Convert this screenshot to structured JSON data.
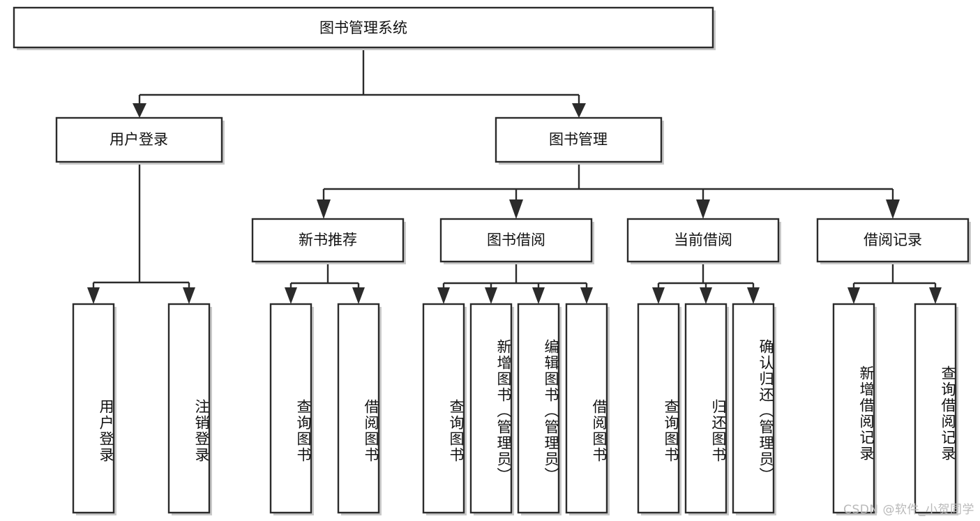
{
  "diagram": {
    "title": "图书管理系统",
    "type": "tree",
    "root": {
      "id": "root",
      "label": "图书管理系统",
      "orientation": "horizontal"
    },
    "level2": [
      {
        "id": "user-login",
        "label": "用户登录",
        "orientation": "horizontal"
      },
      {
        "id": "book-management",
        "label": "图书管理",
        "orientation": "horizontal"
      }
    ],
    "level3": [
      {
        "id": "new-book-recommend",
        "label": "新书推荐",
        "orientation": "horizontal",
        "parent": "book-management"
      },
      {
        "id": "book-borrow",
        "label": "图书借阅",
        "orientation": "horizontal",
        "parent": "book-management"
      },
      {
        "id": "current-borrow",
        "label": "当前借阅",
        "orientation": "horizontal",
        "parent": "book-management"
      },
      {
        "id": "borrow-record",
        "label": "借阅记录",
        "orientation": "horizontal",
        "parent": "book-management"
      }
    ],
    "leaves": [
      {
        "id": "leaf-user-login",
        "label": "用户登录",
        "orientation": "vertical",
        "parent": "user-login"
      },
      {
        "id": "leaf-logout",
        "label": "注销登录",
        "orientation": "vertical",
        "parent": "user-login"
      },
      {
        "id": "leaf-query-book-1",
        "label": "查询图书",
        "orientation": "vertical",
        "parent": "new-book-recommend"
      },
      {
        "id": "leaf-borrow-book-1",
        "label": "借阅图书",
        "orientation": "vertical",
        "parent": "new-book-recommend"
      },
      {
        "id": "leaf-query-book-2",
        "label": "查询图书",
        "orientation": "vertical",
        "parent": "book-borrow"
      },
      {
        "id": "leaf-add-book",
        "label": "新增图书（管理员）",
        "orientation": "vertical",
        "parent": "book-borrow"
      },
      {
        "id": "leaf-edit-book",
        "label": "编辑图书（管理员）",
        "orientation": "vertical",
        "parent": "book-borrow"
      },
      {
        "id": "leaf-borrow-book-2",
        "label": "借阅图书",
        "orientation": "vertical",
        "parent": "book-borrow"
      },
      {
        "id": "leaf-query-book-3",
        "label": "查询图书",
        "orientation": "vertical",
        "parent": "current-borrow"
      },
      {
        "id": "leaf-return-book",
        "label": "归还图书",
        "orientation": "vertical",
        "parent": "current-borrow"
      },
      {
        "id": "leaf-confirm-return",
        "label": "确认归还（管理员）",
        "orientation": "vertical",
        "parent": "current-borrow"
      },
      {
        "id": "leaf-add-record",
        "label": "新增借阅记录",
        "orientation": "vertical",
        "parent": "borrow-record"
      },
      {
        "id": "leaf-query-record",
        "label": "查询借阅记录",
        "orientation": "vertical",
        "parent": "borrow-record"
      }
    ],
    "watermark": "CSDN @软件_小贺同学",
    "colors": {
      "box_stroke": "#2b2b2b",
      "box_fill": "#ffffff",
      "text": "#111111",
      "shadow": "#c9c9c9",
      "watermark": "#b9b9b9",
      "background": "#ffffff"
    }
  }
}
